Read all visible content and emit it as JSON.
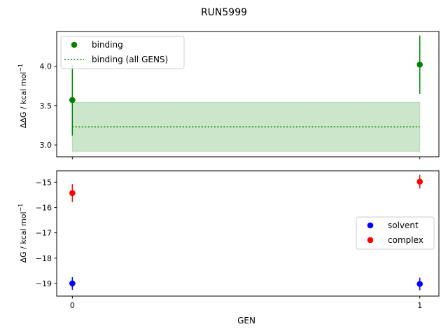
{
  "chart_data": {
    "title": "RUN5999",
    "xlabel": "GEN",
    "x_ticks": [
      {
        "value": 0,
        "label": "0"
      },
      {
        "value": 1,
        "label": "1"
      }
    ],
    "panels": [
      {
        "type": "scatter",
        "ylabel_base": "ΔΔG / kcal mol",
        "ylabel_sup": "−1",
        "xlim": [
          -0.045,
          1.055
        ],
        "ylim": [
          2.85,
          4.44
        ],
        "y_ticks": [
          {
            "value": 3.0,
            "label": "3.0"
          },
          {
            "value": 3.5,
            "label": "3.5"
          },
          {
            "value": 4.0,
            "label": "4.0"
          }
        ],
        "series": [
          {
            "name": "binding",
            "color": "#008000",
            "x": [
              0,
              1
            ],
            "y": [
              3.57,
              4.02
            ],
            "err": [
              0.45,
              0.37
            ]
          }
        ],
        "reference": {
          "name": "binding (all GENS)",
          "color": "#008000",
          "band_color": "#cce6cc",
          "value": 3.23,
          "lower": 2.92,
          "upper": 3.54,
          "x_range": [
            0,
            1
          ]
        },
        "legend": {
          "placement": "top-left"
        }
      },
      {
        "type": "scatter",
        "ylabel_base": "ΔG / kcal mol",
        "ylabel_sup": "−1",
        "xlim": [
          -0.045,
          1.055
        ],
        "ylim": [
          -19.5,
          -14.55
        ],
        "y_ticks": [
          {
            "value": -15,
            "label": "−15"
          },
          {
            "value": -16,
            "label": "−16"
          },
          {
            "value": -17,
            "label": "−17"
          },
          {
            "value": -18,
            "label": "−18"
          },
          {
            "value": -19,
            "label": "−19"
          }
        ],
        "series": [
          {
            "name": "solvent",
            "color": "#0000ff",
            "x": [
              0,
              1
            ],
            "y": [
              -19.0,
              -19.02
            ],
            "err": [
              0.25,
              0.25
            ]
          },
          {
            "name": "complex",
            "color": "#ff0000",
            "x": [
              0,
              1
            ],
            "y": [
              -15.43,
              -14.98
            ],
            "err": [
              0.35,
              0.27
            ]
          }
        ],
        "legend": {
          "placement": "center-right"
        }
      }
    ]
  }
}
